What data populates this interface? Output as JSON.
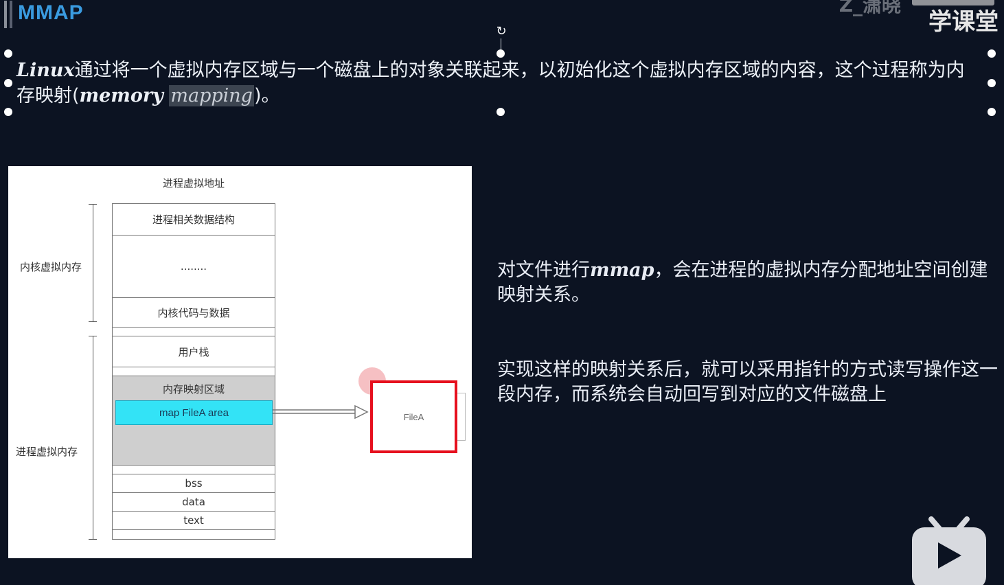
{
  "header": {
    "title": "MMAP"
  },
  "watermark": {
    "author": "Z_潇晓",
    "brand": "学课堂"
  },
  "intro": {
    "part1_latin": "Linux",
    "part1": "通过将一个虚拟内存区域与一个磁盘上的对象关联起来，以初始化这个虚拟内存区域的内容，这个过程称为内存映射(",
    "memory": "memory",
    "mapping": "mapping",
    "close": ")。"
  },
  "diagram": {
    "title": "进程虚拟地址",
    "kernel_label": "内核虚拟内存",
    "process_label": "进程虚拟内存",
    "blocks": {
      "proc_struct": "进程相关数据结构",
      "ellipsis": "........",
      "kernel_code": "内核代码与数据",
      "user_stack": "用户栈",
      "mmap_region": "内存映射区域",
      "map_area": "map FileA area",
      "bss": "bss",
      "data": "data",
      "text": "text"
    },
    "file": "FileA"
  },
  "side_text": {
    "p1_a": "对文件进行",
    "p1_latin": "mmap",
    "p1_b": "，会在进程的虚拟内存分配地址空间创建映射关系。",
    "p2": "实现这样的映射关系后，就可以采用指针的方式读写操作这一段内存，而系统会自动回写到对应的文件磁盘上"
  },
  "colors": {
    "accent": "#3a9be0",
    "cyan": "#33e3f6",
    "red": "#e6101e"
  },
  "icons": {
    "rotate": "rotate-icon",
    "tv": "bilibili-tv-icon"
  }
}
